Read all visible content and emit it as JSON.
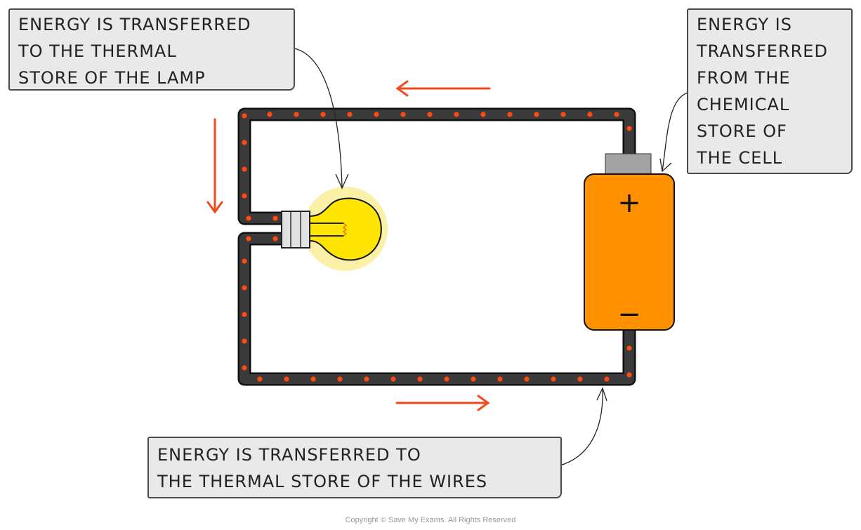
{
  "labels": {
    "lamp": [
      "ENERGY IS TRANSFERRED",
      "TO THE THERMAL",
      "STORE OF THE LAMP"
    ],
    "cell": [
      "ENERGY IS",
      "TRANSFERRED",
      "FROM THE",
      "CHEMICAL",
      "STORE OF",
      "THE CELL"
    ],
    "wires": [
      "ENERGY IS TRANSFERRED TO",
      "THE THERMAL STORE OF THE WIRES"
    ]
  },
  "cell": {
    "positive_symbol": "+",
    "negative_symbol": "−"
  },
  "copyright": "Copyright © Save My Exams. All Rights Reserved",
  "colors": {
    "wire": "#3a3a3a",
    "charge_dot": "#ff4a12",
    "arrow": "#f04a1e",
    "cell": "#ff9000",
    "bulb": "#ffe600",
    "glow": "#fbf1a6",
    "label_bg": "#e9e9e9"
  }
}
